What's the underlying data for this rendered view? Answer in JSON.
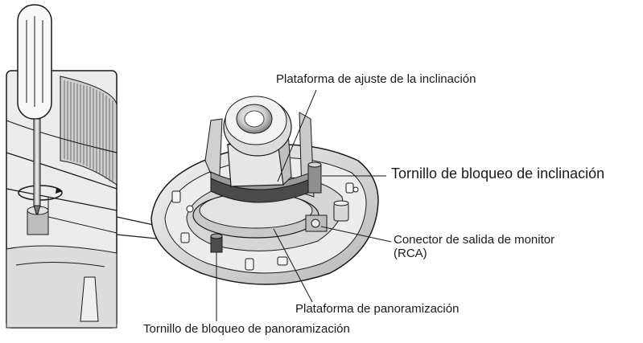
{
  "labels": {
    "tilt_platform": "Plataforma de ajuste de la inclinación",
    "tilt_lock_screw": "Tornillo de bloqueo de inclinación",
    "monitor_connector_line1": "Conector de salida de monitor",
    "monitor_connector_line2": "(RCA)",
    "pan_platform": "Plataforma de panoramización",
    "pan_lock_screw": "Tornillo de bloqueo de panoramización"
  },
  "colors": {
    "line": "#1a1a1a",
    "background": "#ffffff",
    "metal_light": "#e8e8e8",
    "metal_mid": "#bdbdbd",
    "metal_dark": "#6b6b6b"
  }
}
